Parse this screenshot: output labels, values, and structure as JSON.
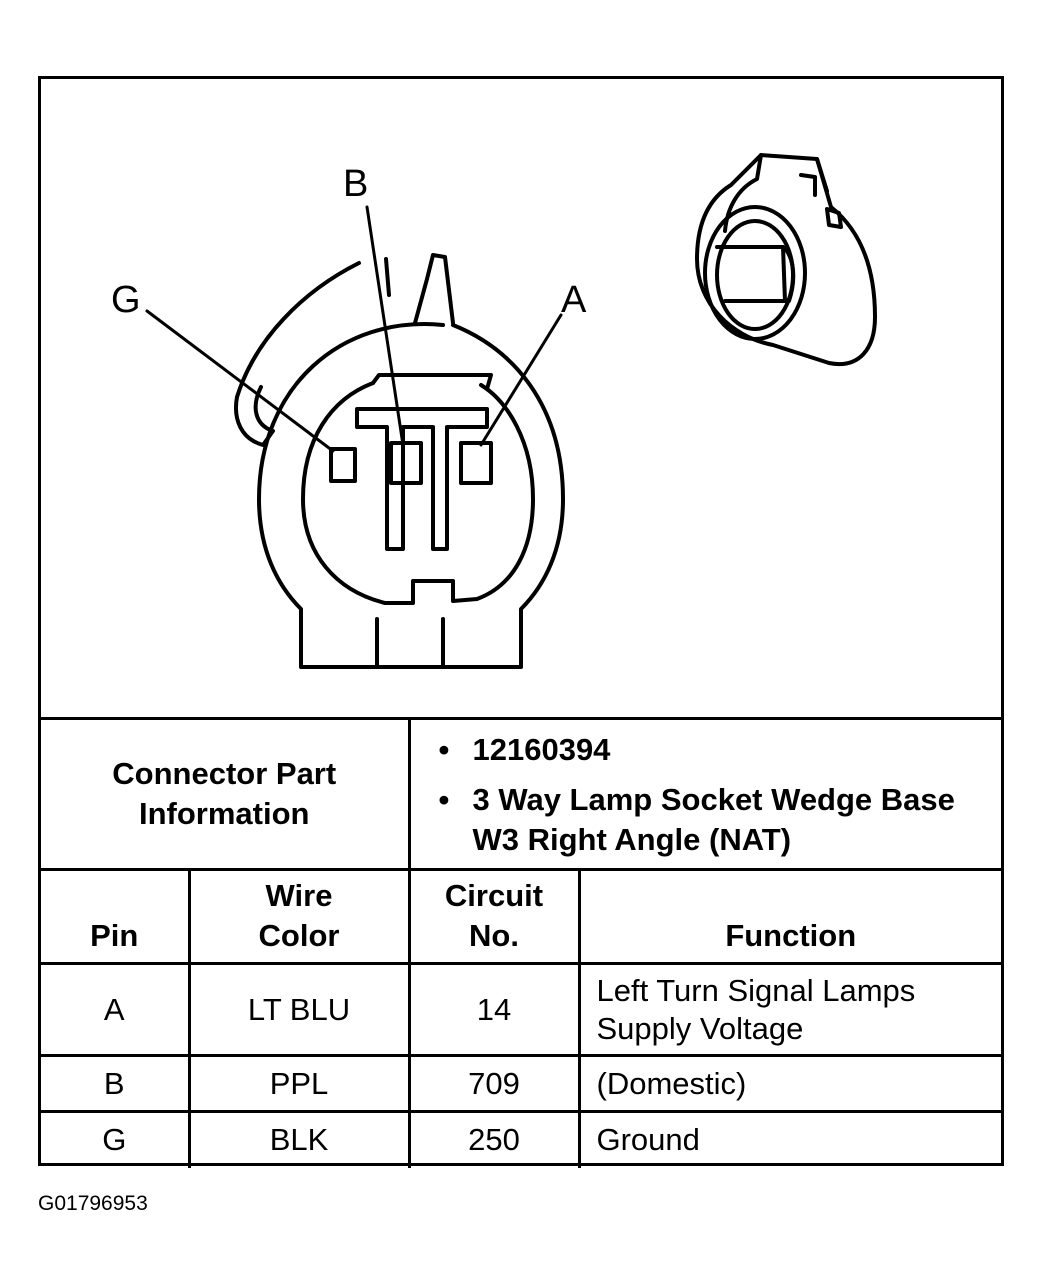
{
  "pin_labels": {
    "b": "B",
    "g": "G",
    "a": "A"
  },
  "connector_info": {
    "label": "Connector Part Information",
    "items": [
      "12160394",
      "3 Way Lamp Socket Wedge Base W3 Right Angle (NAT)"
    ]
  },
  "columns": {
    "pin": "Pin",
    "wire_color": "Wire Color",
    "circuit": "Circuit No.",
    "function": "Function"
  },
  "rows": [
    {
      "pin": "A",
      "wire_color": "LT BLU",
      "circuit": "14",
      "function": "Left Turn Signal Lamps Supply Voltage"
    },
    {
      "pin": "B",
      "wire_color": "PPL",
      "circuit": "709",
      "function": "(Domestic)"
    },
    {
      "pin": "G",
      "wire_color": "BLK",
      "circuit": "250",
      "function": "Ground"
    }
  ],
  "figure_code": "G01796953"
}
